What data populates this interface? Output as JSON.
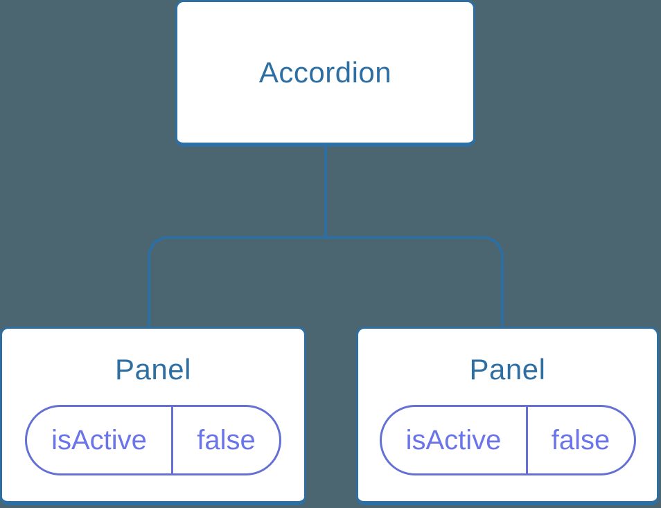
{
  "colors": {
    "background": "#4c6671",
    "blue": "#2d6fa3",
    "node_fill": "#ffffff",
    "pill_border": "#6570d5",
    "pill_text": "#6b74e8"
  },
  "tree": {
    "root": {
      "label": "Accordion"
    },
    "children": [
      {
        "label": "Panel",
        "state": {
          "name": "isActive",
          "value": "false"
        }
      },
      {
        "label": "Panel",
        "state": {
          "name": "isActive",
          "value": "false"
        }
      }
    ]
  }
}
